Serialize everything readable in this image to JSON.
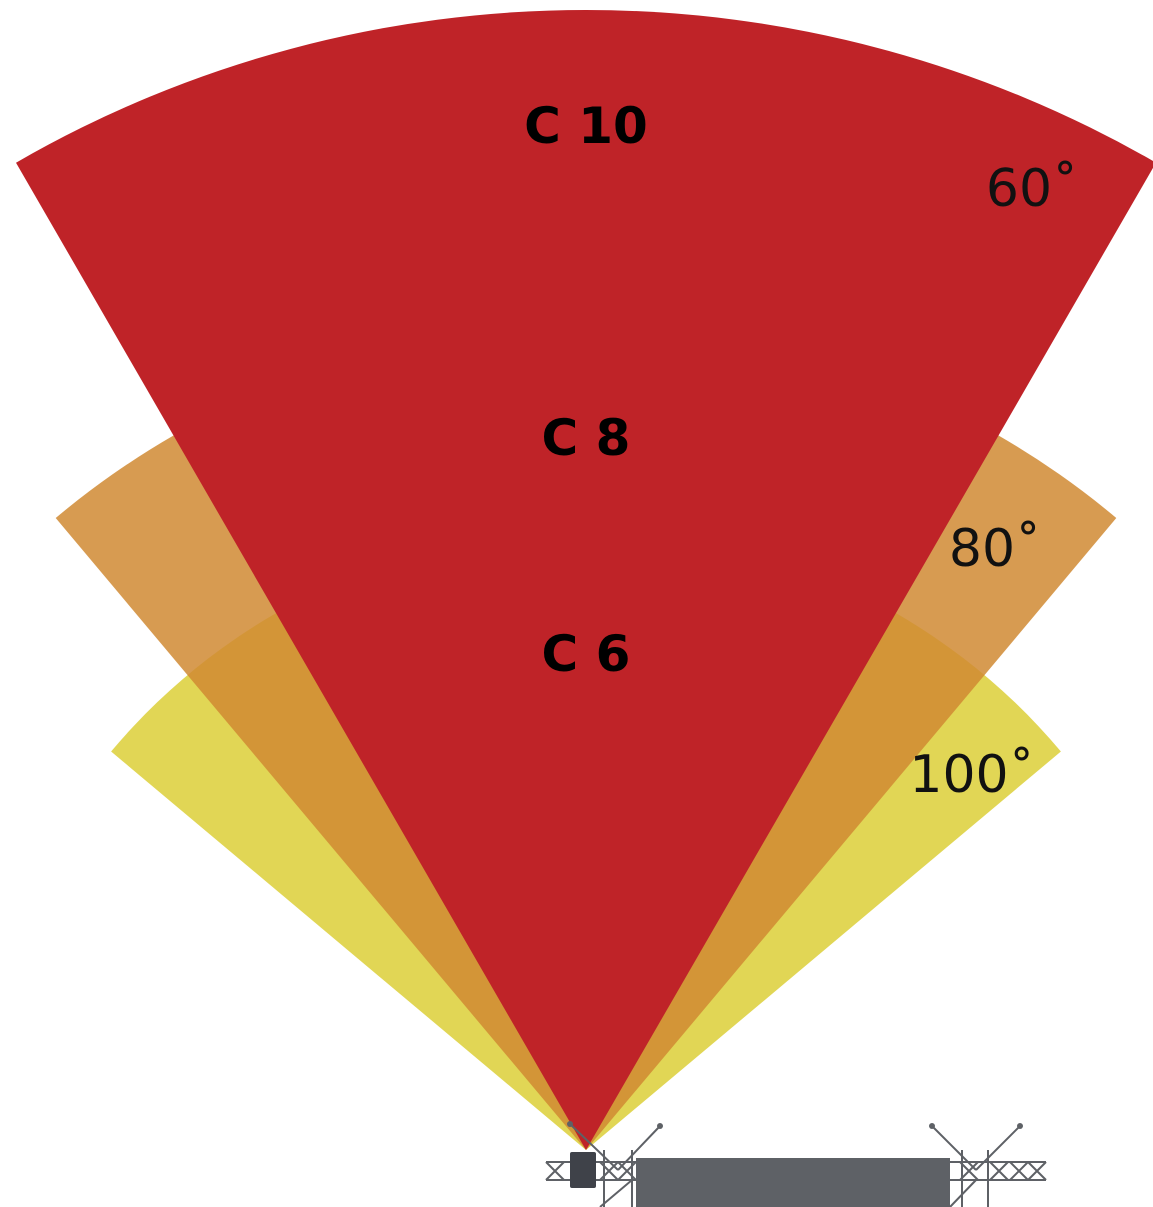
{
  "coverage": {
    "beams": [
      {
        "id": "c6",
        "model": "C 6",
        "angle_label": "100˚",
        "beam_angle_deg": 100,
        "color": "#d9cc2b",
        "opacity": 0.8
      },
      {
        "id": "c8",
        "model": "C 8",
        "angle_label": "80˚",
        "beam_angle_deg": 80,
        "color": "#d08a33",
        "opacity": 0.85
      },
      {
        "id": "c10",
        "model": "C 10",
        "angle_label": "60˚",
        "beam_angle_deg": 60,
        "color": "#bf2328",
        "opacity": 1.0
      }
    ]
  },
  "colors": {
    "truss": "#5e6166",
    "speaker": "#3f4249",
    "background": "#ffffff"
  }
}
